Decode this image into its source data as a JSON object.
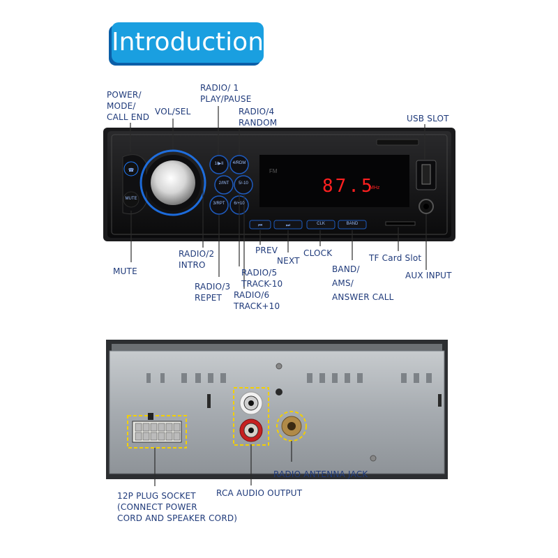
{
  "title": "Introduction",
  "front_labels": {
    "power": "POWER/\nMODE/\nCALL END",
    "vol": "VOL/SEL",
    "radio1": "RADIO/ 1\nPLAY/PAUSE",
    "radio4": "RADIO/4\nRANDOM",
    "usb": "USB SLOT",
    "mute": "MUTE",
    "radio2": "RADIO/2\nINTRO",
    "radio3": "RADIO/3\nREPET",
    "prev": "PREV",
    "next": "NEXT",
    "clock": "CLOCK",
    "radio5": "RADIO/5\nTRACK-10",
    "radio6": "RADIO/6\nTRACK+10",
    "band": "BAND/\nAMS/\nANSWER CALL",
    "tf": "TF Card Slot",
    "aux": "AUX INPUT"
  },
  "device": {
    "display": "87.5",
    "display_unit": "MHz",
    "btn_1": "1/▶II",
    "btn_4": "4/RDM",
    "btn_2": "2/INT",
    "btn_5": "5/-10",
    "btn_3": "3/RPT",
    "btn_6": "6/+10",
    "btn_mute": "MUTE",
    "btn_clk": "CLK",
    "btn_band": "BAND"
  },
  "rear_labels": {
    "antenna": "RADIO ANTENNA JACK",
    "plug": "12P PLUG SOCKET\n(CONNECT POWER\nCORD AND SPEAKER CORD)",
    "rca": "RCA AUDIO OUTPUT"
  },
  "colors": {
    "title_bg": "#1a9fe0",
    "label": "#1f3a7a",
    "display": "#ff2020",
    "accent_light": "#1e7bff",
    "highlight": "#f3d000"
  }
}
